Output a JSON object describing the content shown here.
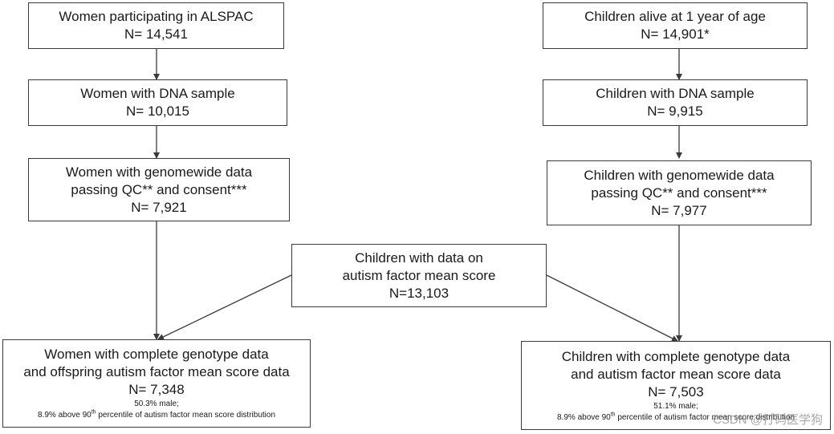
{
  "left": {
    "box1": {
      "line1": "Women participating in ALSPAC",
      "line2": "N= 14,541"
    },
    "box2": {
      "line1": "Women with DNA sample",
      "line2": "N= 10,015"
    },
    "box3": {
      "line1": "Women with genomewide data",
      "line2": "passing QC** and consent***",
      "line3": "N= 7,921"
    },
    "final": {
      "line1": "Women with complete genotype data",
      "line2": "and offspring autism factor mean score data",
      "line3": "N= 7,348",
      "note1": "50.3% male;",
      "note2_pre": "8.9% above 90",
      "note2_sup": "th",
      "note2_post": " percentile of autism factor mean score distribution"
    }
  },
  "right": {
    "box1": {
      "line1": "Children alive at 1 year of age",
      "line2": "N= 14,901*"
    },
    "box2": {
      "line1": "Children with DNA sample",
      "line2": "N= 9,915"
    },
    "box3": {
      "line1": "Children with genomewide data",
      "line2": "passing QC** and consent***",
      "line3": "N= 7,977"
    },
    "final": {
      "line1": "Children with complete genotype data",
      "line2": "and autism factor mean score data",
      "line3": "N= 7,503",
      "note1": "51.1% male;",
      "note2_pre": "8.9% above 90",
      "note2_sup": "th",
      "note2_post": " percentile of autism factor mean score distribution"
    }
  },
  "center": {
    "line1": "Children with data on",
    "line2": "autism factor mean score",
    "line3": "N=13,103"
  },
  "watermark": "CSDN @打码医学狗",
  "colors": {
    "border": "#3a3a3a",
    "text": "#1a1a1a",
    "arrow": "#3a3a3a"
  }
}
